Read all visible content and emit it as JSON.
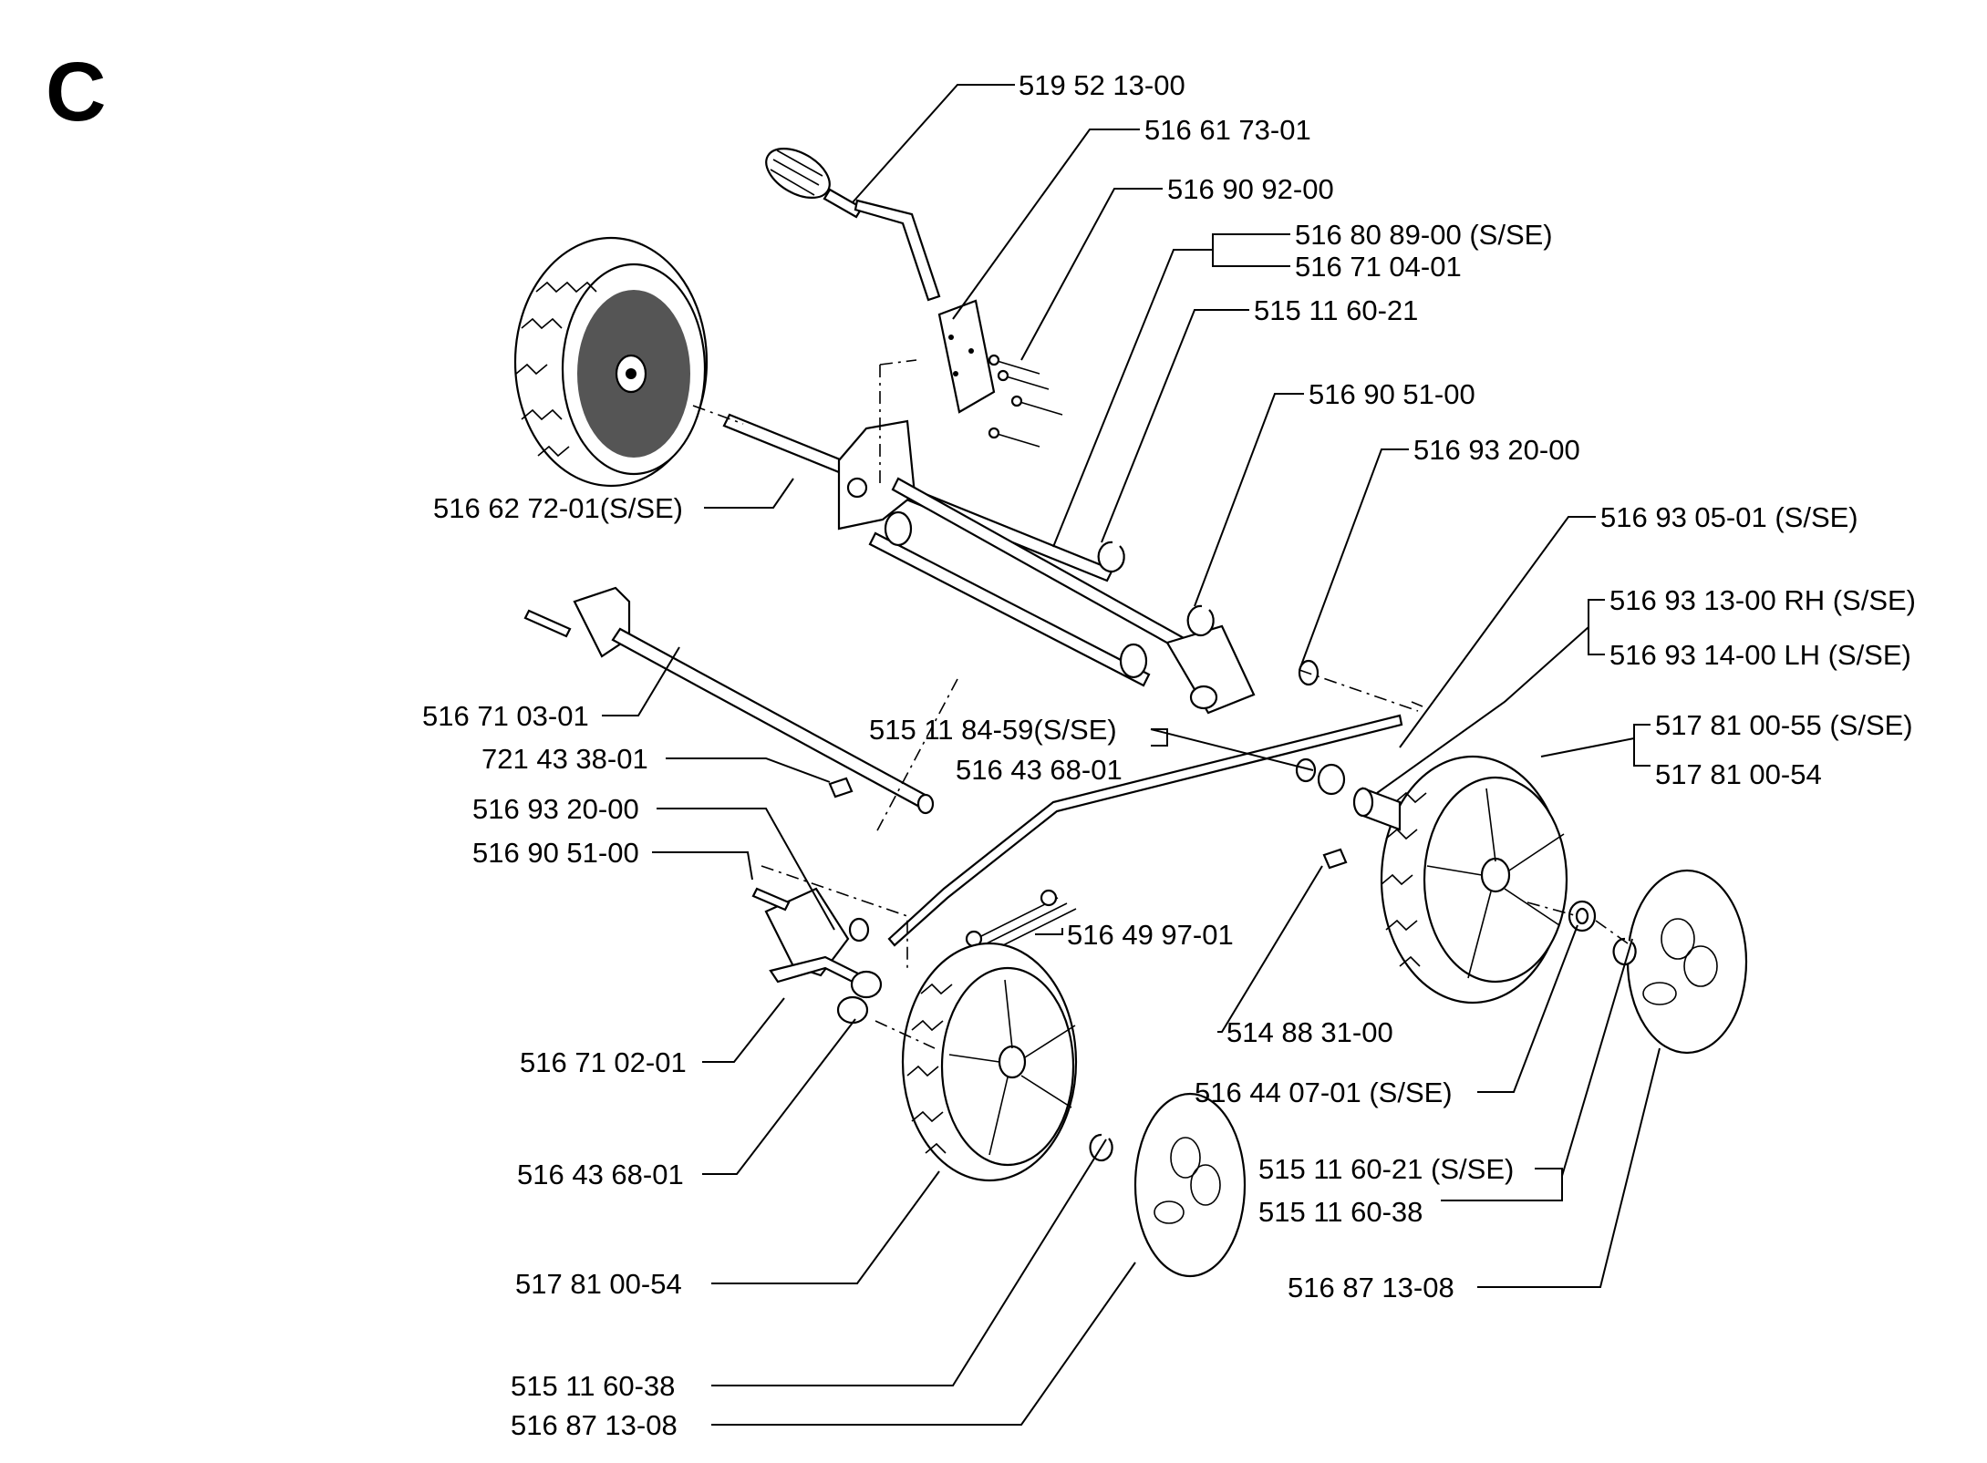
{
  "section": "C",
  "labels": {
    "l1": "519 52 13-00",
    "l2": "516 61 73-01",
    "l3": "516 90 92-00",
    "l4a": "516 80 89-00 (S/SE)",
    "l4b": "516 71 04-01",
    "l5": "515 11 60-21",
    "l6": "516 90 51-00",
    "l7": "516 93 20-00",
    "l8": "516 62 72-01(S/SE)",
    "l9": "516 93 05-01 (S/SE)",
    "l10a": "516 93 13-00 RH (S/SE)",
    "l10b": "516 93 14-00 LH (S/SE)",
    "l11": "516 71 03-01",
    "l12a": "515 11 84-59(S/SE)",
    "l12b": "516 43 68-01",
    "l13a": "517 81 00-55 (S/SE)",
    "l13b": "517 81 00-54",
    "l14": "721 43 38-01",
    "l15": "516 93 20-00",
    "l16": "516 90 51-00",
    "l17": "516 49 97-01",
    "l18": "514 88 31-00",
    "l19": "516 71 02-01",
    "l20": "516 44 07-01 (S/SE)",
    "l21": "516 43 68-01",
    "l22a": "515 11 60-21 (S/SE)",
    "l22b": "515 11 60-38",
    "l23": "517 81 00-54",
    "l24": "516 87 13-08",
    "l25": "515 11 60-38",
    "l26": "516 87 13-08"
  }
}
